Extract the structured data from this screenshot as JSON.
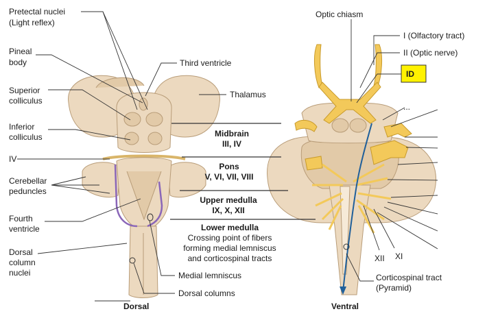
{
  "left_labels": {
    "pretectal_1": "Pretectal nuclei",
    "pretectal_2": "(Light reflex)",
    "pineal_1": "Pineal",
    "pineal_2": "body",
    "sup_col_1": "Superior",
    "sup_col_2": "colliculus",
    "inf_col_1": "Inferior",
    "inf_col_2": "colliculus",
    "iv": "IV",
    "cereb_ped_1": "Cerebellar",
    "cereb_ped_2": "peduncles",
    "fourth_1": "Fourth",
    "fourth_2": "ventricle",
    "dorsal_col_1": "Dorsal",
    "dorsal_col_2": "column",
    "dorsal_col_3": "nuclei",
    "third_ventricle": "Third ventricle",
    "thalamus": "Thalamus",
    "medial_lemniscus": "Medial lemniscus",
    "dorsal_columns": "Dorsal columns",
    "dorsal_view": "Dorsal"
  },
  "bands": {
    "midbrain_title": "Midbrain",
    "midbrain_nerves": "III, IV",
    "pons_title": "Pons",
    "pons_nerves": "V, VI, VII, VIII",
    "upper_medulla_title": "Upper medulla",
    "upper_medulla_nerves": "IX, X, XII",
    "lower_medulla_title": "Lower medulla",
    "lower_medulla_1": "Crossing point of fibers",
    "lower_medulla_2": "forming medial lemniscus",
    "lower_medulla_3": "and corticospinal tracts"
  },
  "right_labels": {
    "optic_chiasm": "Optic chiasm",
    "olfactory": "I (Olfactory tract)",
    "optic_nerve": "II (Optic nerve)",
    "id_box": "ID",
    "ellipsis": "...",
    "xii": "XII",
    "xi": "XI",
    "corticospinal_1": "Corticospinal tract",
    "corticospinal_2": "(Pyramid)",
    "ventral_view": "Ventral"
  },
  "colors": {
    "tissue": "#ecd9bf",
    "nerve": "#f3c95a",
    "tract_purple": "#8a66b8",
    "tract_blue": "#1f5f9a",
    "id_box": "#fff200"
  }
}
